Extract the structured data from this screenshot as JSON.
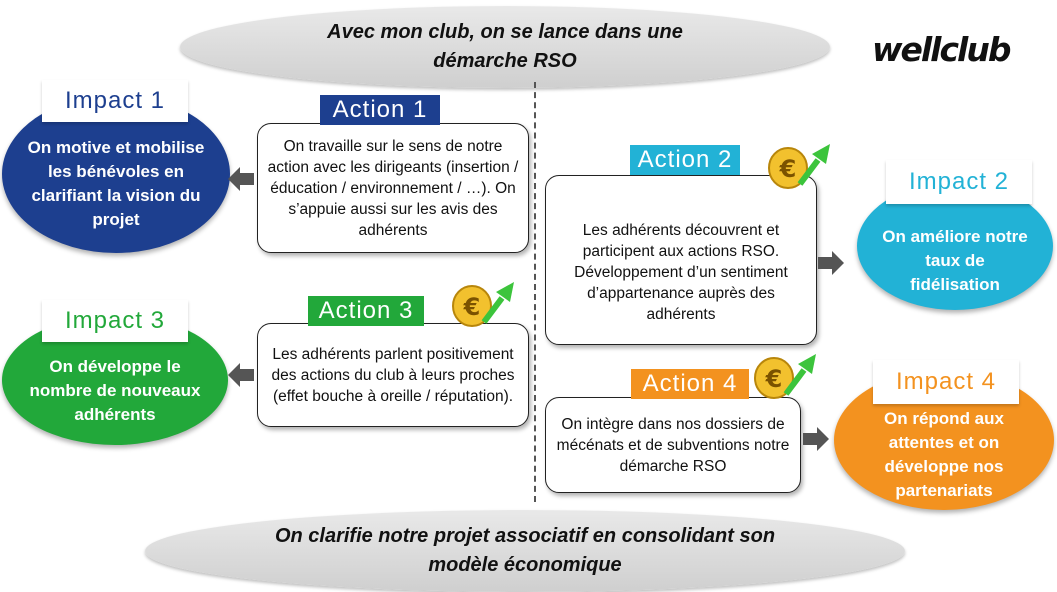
{
  "header": {
    "title": "Avec mon club, on se lance dans une démarche RSO"
  },
  "logo": {
    "text": "wellclub"
  },
  "footer": {
    "text": "On clarifie notre projet associatif en consolidant son modèle économique"
  },
  "impacts": [
    {
      "label": "Impact 1",
      "text": "On motive et mobilise les bénévoles en clarifiant la vision du projet",
      "color": "#1d3f8f"
    },
    {
      "label": "Impact 2",
      "text": "On améliore notre taux de fidélisation",
      "color": "#22b2d6"
    },
    {
      "label": "Impact 3",
      "text": "On développe le nombre de nouveaux adhérents",
      "color": "#22a83a"
    },
    {
      "label": "Impact 4",
      "text": "On répond aux attentes et on développe nos partenariats",
      "color": "#f3921f"
    }
  ],
  "actions": [
    {
      "label": "Action 1",
      "text": "On travaille sur le sens de notre action avec les dirigeants (insertion / éducation / environnement / …). On s’appuie aussi sur les avis des adhérents",
      "color": "#1d3f8f"
    },
    {
      "label": "Action 2",
      "text": "Les adhérents découvrent et participent aux actions RSO. Développement d’un sentiment d’appartenance auprès des adhérents",
      "color": "#22b2d6"
    },
    {
      "label": "Action 3",
      "text": "Les adhérents parlent positivement des actions du club à leurs proches (effet bouche à oreille / réputation).",
      "color": "#22a83a"
    },
    {
      "label": "Action 4",
      "text": "On intègre dans nos dossiers de mécénats et de subventions notre démarche RSO",
      "color": "#f3921f"
    }
  ],
  "icons": {
    "arrow": "gray-arrow-icon",
    "euro": "euro-growth-icon",
    "euro_symbol": "€"
  }
}
